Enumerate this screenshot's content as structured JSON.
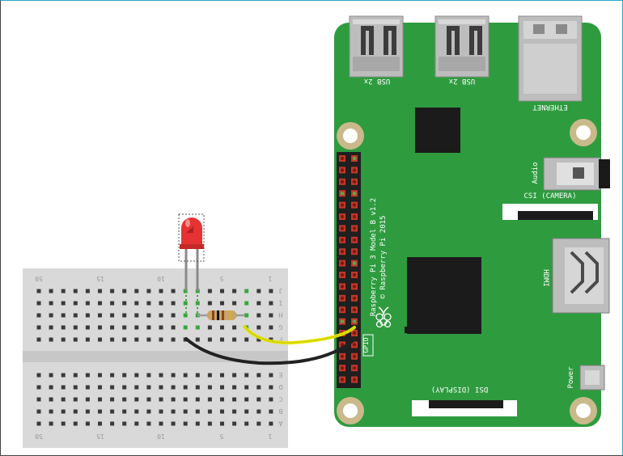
{
  "board": {
    "model_text": "Raspberry Pi 3 Model B v1.2",
    "copyright_text": "© Raspberry Pi 2015",
    "usb_label_1": "USB 2x",
    "usb_label_2": "USB 2x",
    "ethernet_label": "ETHERNET",
    "audio_label": "Audio",
    "csi_label": "CSI (CAMERA)",
    "hdmi_label": "HDMI",
    "dsi_label": "DSI (DISPLAY)",
    "power_label": "Power",
    "gpio_label": "GPIO",
    "colors": {
      "pcb": "#2e9b3f",
      "pcb_dark": "#23822f",
      "chip": "#1b1b1b",
      "hole": "#c9b98b"
    }
  },
  "breadboard": {
    "column_numbers": [
      "50",
      "15",
      "10",
      "5",
      "1"
    ],
    "upper_row_letters": [
      "J",
      "I",
      "H",
      "G",
      "F"
    ],
    "lower_row_letters": [
      "E",
      "D",
      "C",
      "B",
      "A"
    ],
    "colors": {
      "body": "#d9d9d9",
      "hole": "#3a3a3a",
      "highlight": "#3aa63a"
    }
  },
  "components": {
    "led_color": "#e53333",
    "resistor_color": "#c9a56a",
    "wire_signal_color": "#e6e600",
    "wire_ground_color": "#222222"
  }
}
